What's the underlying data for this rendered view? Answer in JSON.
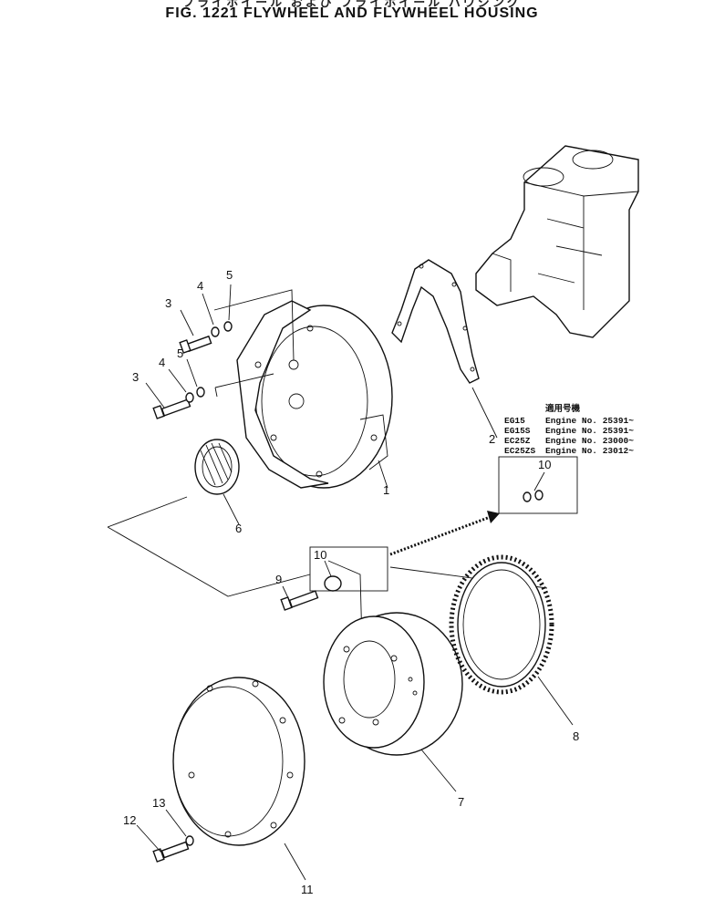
{
  "header": {
    "japanese_title": "フライホイール および フライホイール ハウジング",
    "figure_title": "FIG. 1221  FLYWHEEL AND FLYWHEEL HOUSING"
  },
  "callouts": {
    "c1": "1",
    "c2": "2",
    "c3a": "3",
    "c3b": "3",
    "c4a": "4",
    "c4b": "4",
    "c5a": "5",
    "c5b": "5",
    "c6": "6",
    "c7": "7",
    "c8": "8",
    "c9": "9",
    "c10a": "10",
    "c10b": "10",
    "c11": "11",
    "c12": "12",
    "c13": "13"
  },
  "applicability": {
    "header": "適用号機",
    "rows": [
      {
        "model": "EG15",
        "engine": "Engine No. 25391~"
      },
      {
        "model": "EG15S",
        "engine": "Engine No. 25391~"
      },
      {
        "model": "EC25Z",
        "engine": "Engine No. 23000~"
      },
      {
        "model": "EC25ZS",
        "engine": "Engine No. 23012~"
      }
    ]
  }
}
